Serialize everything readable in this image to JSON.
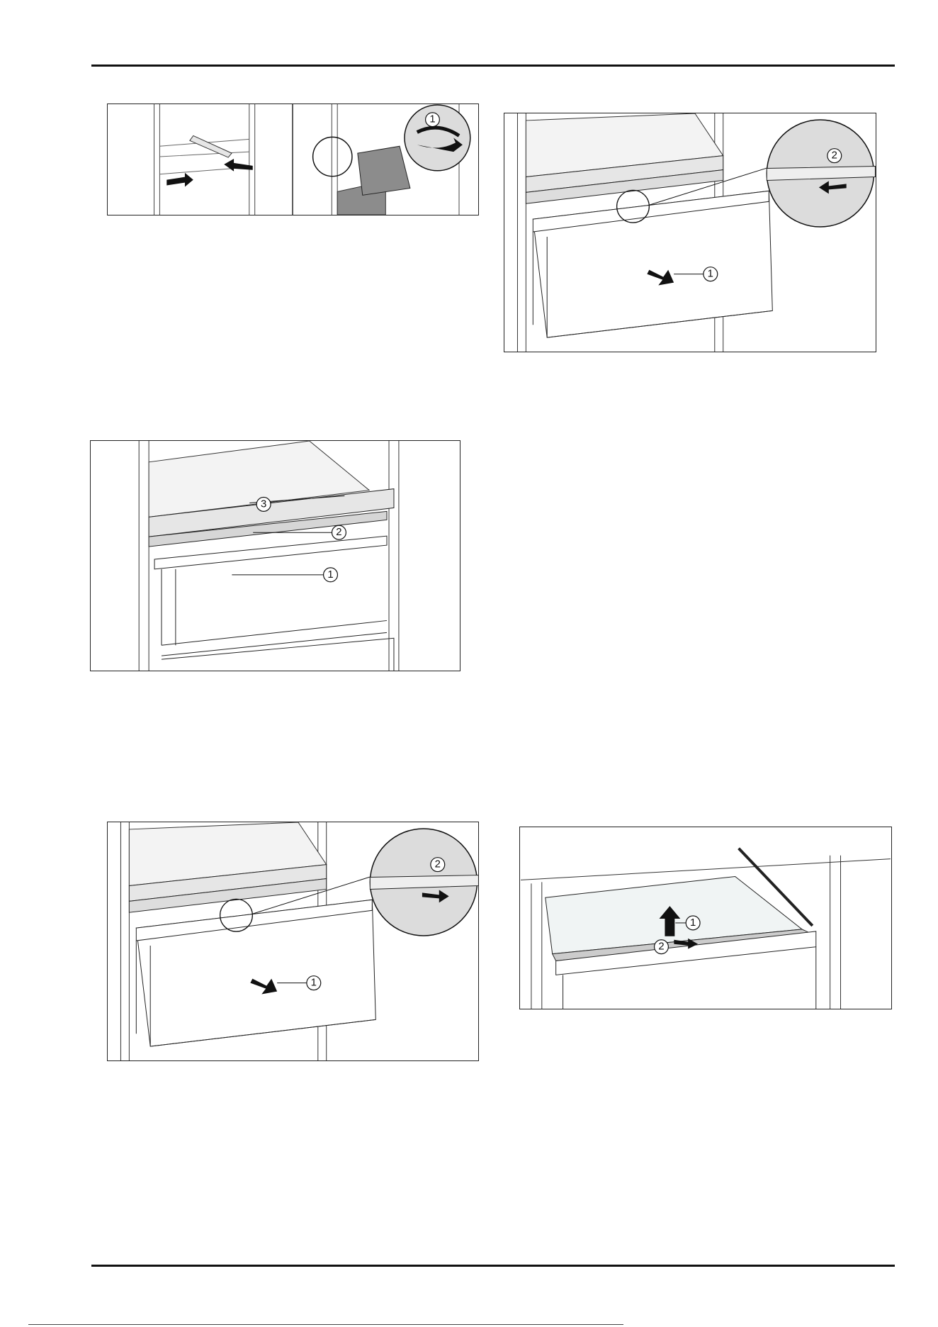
{
  "figures": {
    "fig_a": {
      "callouts": [
        "1"
      ]
    },
    "fig_b": {
      "callouts": [
        "1",
        "2"
      ]
    },
    "fig_c": {
      "callouts": [
        "1",
        "2",
        "3"
      ]
    },
    "fig_d": {
      "callouts": [
        "1",
        "2"
      ]
    },
    "fig_e": {
      "callouts": [
        "1",
        "2"
      ]
    }
  },
  "colors": {
    "line": "#222222",
    "shelf_fill": "#e6e6e6",
    "dark_fill": "#8c8c8c",
    "zoom_fill": "#dcdcdc"
  }
}
